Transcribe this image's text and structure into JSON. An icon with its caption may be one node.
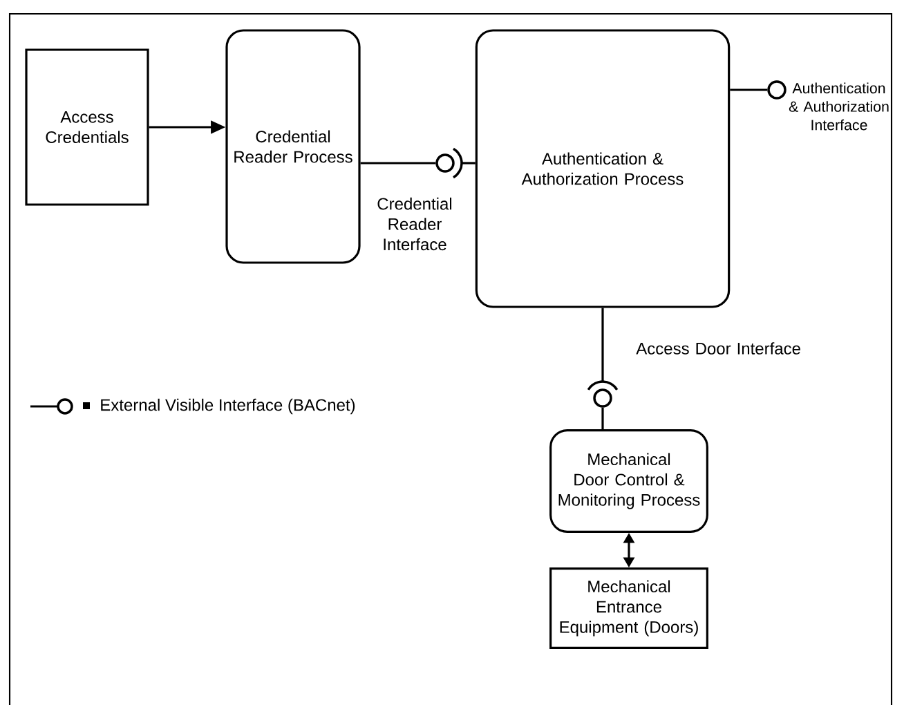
{
  "diagram": {
    "nodes": [
      {
        "text": [
          "Access Credentials"
        ]
      },
      {
        "text": [
          "Credential Reader Process"
        ]
      },
      {
        "text": [
          "Authentication & Authorization Process"
        ]
      },
      {
        "text": [
          "Mechanical Door Control & Monitoring Process"
        ]
      },
      {
        "text": [
          "Mechanical Entrance Equipment (Doors)"
        ]
      },
      {
        "text": [],
        "shape": "circle"
      },
      {
        "text": [],
        "shape": "circle",
        "beside": [
          "Authentication & Authorization Interface"
        ]
      },
      {
        "text": [],
        "shape": "circle"
      }
    ],
    "edges": [
      {
        "from": 0,
        "to": 1,
        "arrow": "to"
      },
      {
        "from": 1,
        "to": 5,
        "arrow": "none"
      },
      {
        "from": 5,
        "to": 2,
        "arrow": "none"
      },
      {
        "from": 2,
        "to": 6,
        "arrow": "none"
      },
      {
        "from": 2,
        "to": 7,
        "arrow": "none"
      },
      {
        "from": 7,
        "to": 3,
        "arrow": "none"
      },
      {
        "from": 3,
        "to": 4,
        "arrow": "both"
      }
    ],
    "labels": [
      "Credential Reader Interface",
      "Access Door Interface"
    ],
    "legend": [
      {
        "text": "External Visible Interface (BACnet)"
      }
    ]
  }
}
